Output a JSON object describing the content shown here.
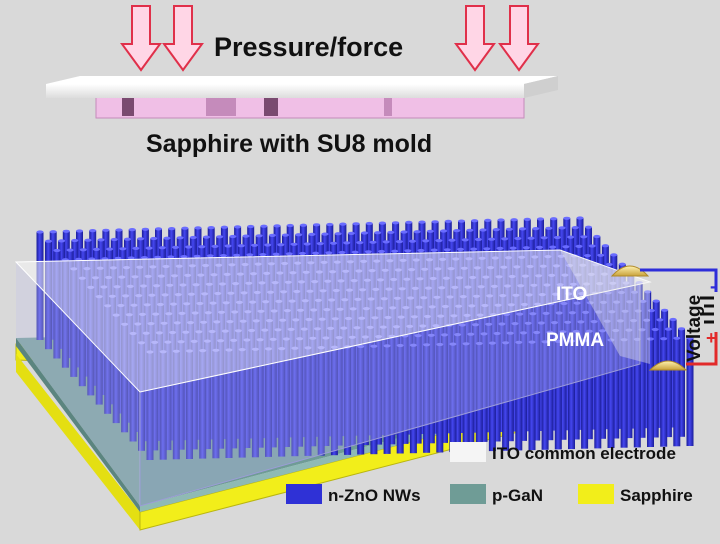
{
  "labels": {
    "pressure": "Pressure/force",
    "mold": "Sapphire with SU8 mold",
    "ito": "ITO",
    "pmma": "PMMA",
    "voltage": "Voltage",
    "minus": "-",
    "plus": "+"
  },
  "legend": {
    "ito_common": "ITO common electrode",
    "nzno": "n-ZnO NWs",
    "pgan": "p-GaN",
    "sapphire": "Sapphire"
  },
  "colors": {
    "background": "#d9d9d9",
    "arrow_fill": "#ffd6e6",
    "arrow_stroke": "#e0304a",
    "plate": "#f2f2f2",
    "mold": "#f0bfe6",
    "mold_gap": "#7a4a70",
    "nanowire": "#2f31d6",
    "nanowire_dark": "#1b1d99",
    "pgan": "#6f9c96",
    "sapphire": "#f2ee1a",
    "ito": "#f5f5f5",
    "pmma": "#b9b9ee",
    "electrode": "#e9c65a",
    "wire_blue": "#2d2dd9",
    "wire_red": "#e22a2a"
  },
  "icons": {
    "force_arrow": "down-arrow-icon",
    "electrode": "electrode-dome-icon",
    "battery": "battery-icon"
  }
}
